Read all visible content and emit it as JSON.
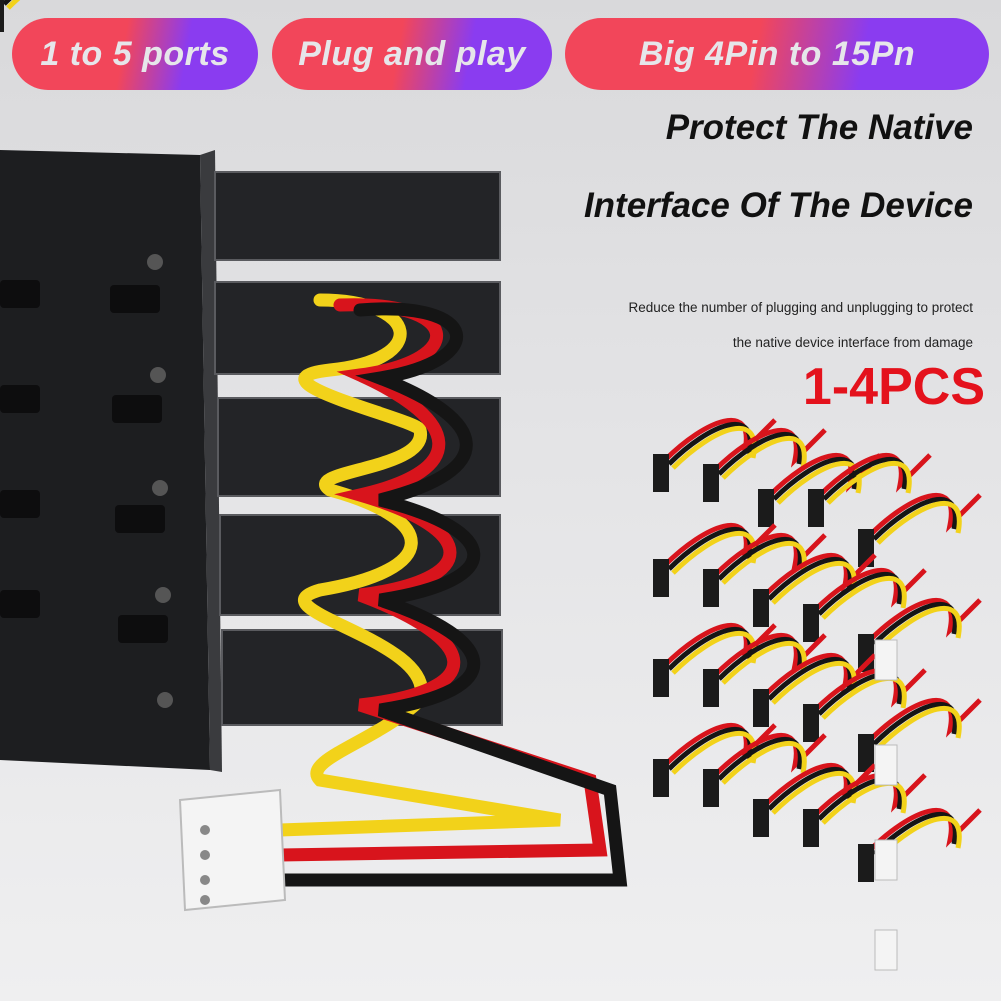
{
  "badges": [
    "1 to 5 ports",
    "Plug and play",
    "Big 4Pin to 15Pn"
  ],
  "headline": [
    "Protect The Native",
    "Interface Of The Device"
  ],
  "subtext": [
    "Reduce the number of plugging and unplugging to protect",
    "the native device interface from damage"
  ],
  "quantity": "1-4PCS",
  "colors": {
    "badge_start": "#f2465a",
    "badge_end": "#8a3cf0",
    "quantity": "#e4121c",
    "cable_yellow": "#f2d21a",
    "cable_red": "#d8141c",
    "cable_black": "#151515"
  }
}
